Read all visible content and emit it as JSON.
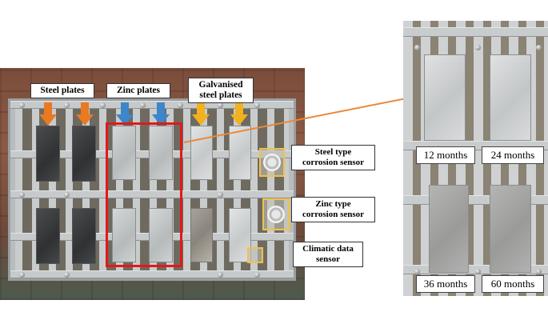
{
  "labels": {
    "steel_plates": "Steel plates",
    "zinc_plates": "Zinc plates",
    "galvanised_line1": "Galvanised",
    "galvanised_line2": "steel plates",
    "steel_sensor_line1": "Steel type",
    "steel_sensor_line2": "corrosion sensor",
    "zinc_sensor_line1": "Zinc type",
    "zinc_sensor_line2": "corrosion sensor",
    "climatic_line1": "Climatic data",
    "climatic_line2": "sensor"
  },
  "months": [
    "12 months",
    "24 months",
    "36 months",
    "60 months"
  ],
  "colors": {
    "arrow_steel": "#e97a21",
    "arrow_zinc": "#3d86c9",
    "arrow_galvanised": "#f2b11f",
    "highlight_box": "#e01a1a",
    "sensor_box": "#f0c24a",
    "connector_line": "#e9893a"
  }
}
